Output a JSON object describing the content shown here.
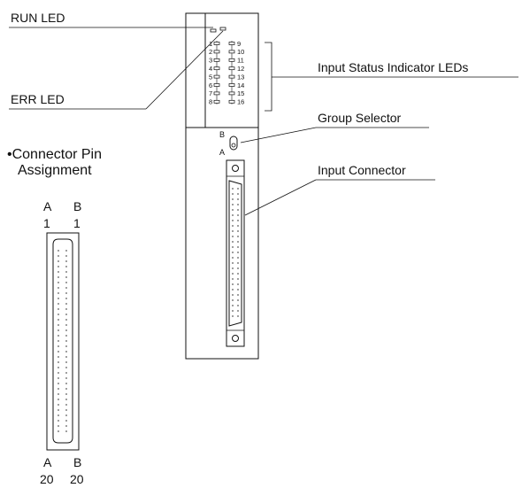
{
  "labels": {
    "run_led": "RUN LED",
    "err_led": "ERR LED",
    "input_status": "Input Status Indicator LEDs",
    "group_selector": "Group Selector",
    "input_connector": "Input Connector",
    "connector_pin_line1": "•Connector Pin",
    "connector_pin_line2": "Assignment"
  },
  "selector": {
    "top": "B",
    "bottom": "A"
  },
  "pin_header": {
    "top_cols": [
      "A",
      "B"
    ],
    "top_nums": [
      "1",
      "1"
    ],
    "bottom_cols": [
      "A",
      "B"
    ],
    "bottom_nums": [
      "20",
      "20"
    ]
  },
  "led_left": [
    "1",
    "2",
    "3",
    "4",
    "5",
    "6",
    "7",
    "8"
  ],
  "led_right": [
    "9",
    "10",
    "11",
    "12",
    "13",
    "14",
    "15",
    "16"
  ]
}
